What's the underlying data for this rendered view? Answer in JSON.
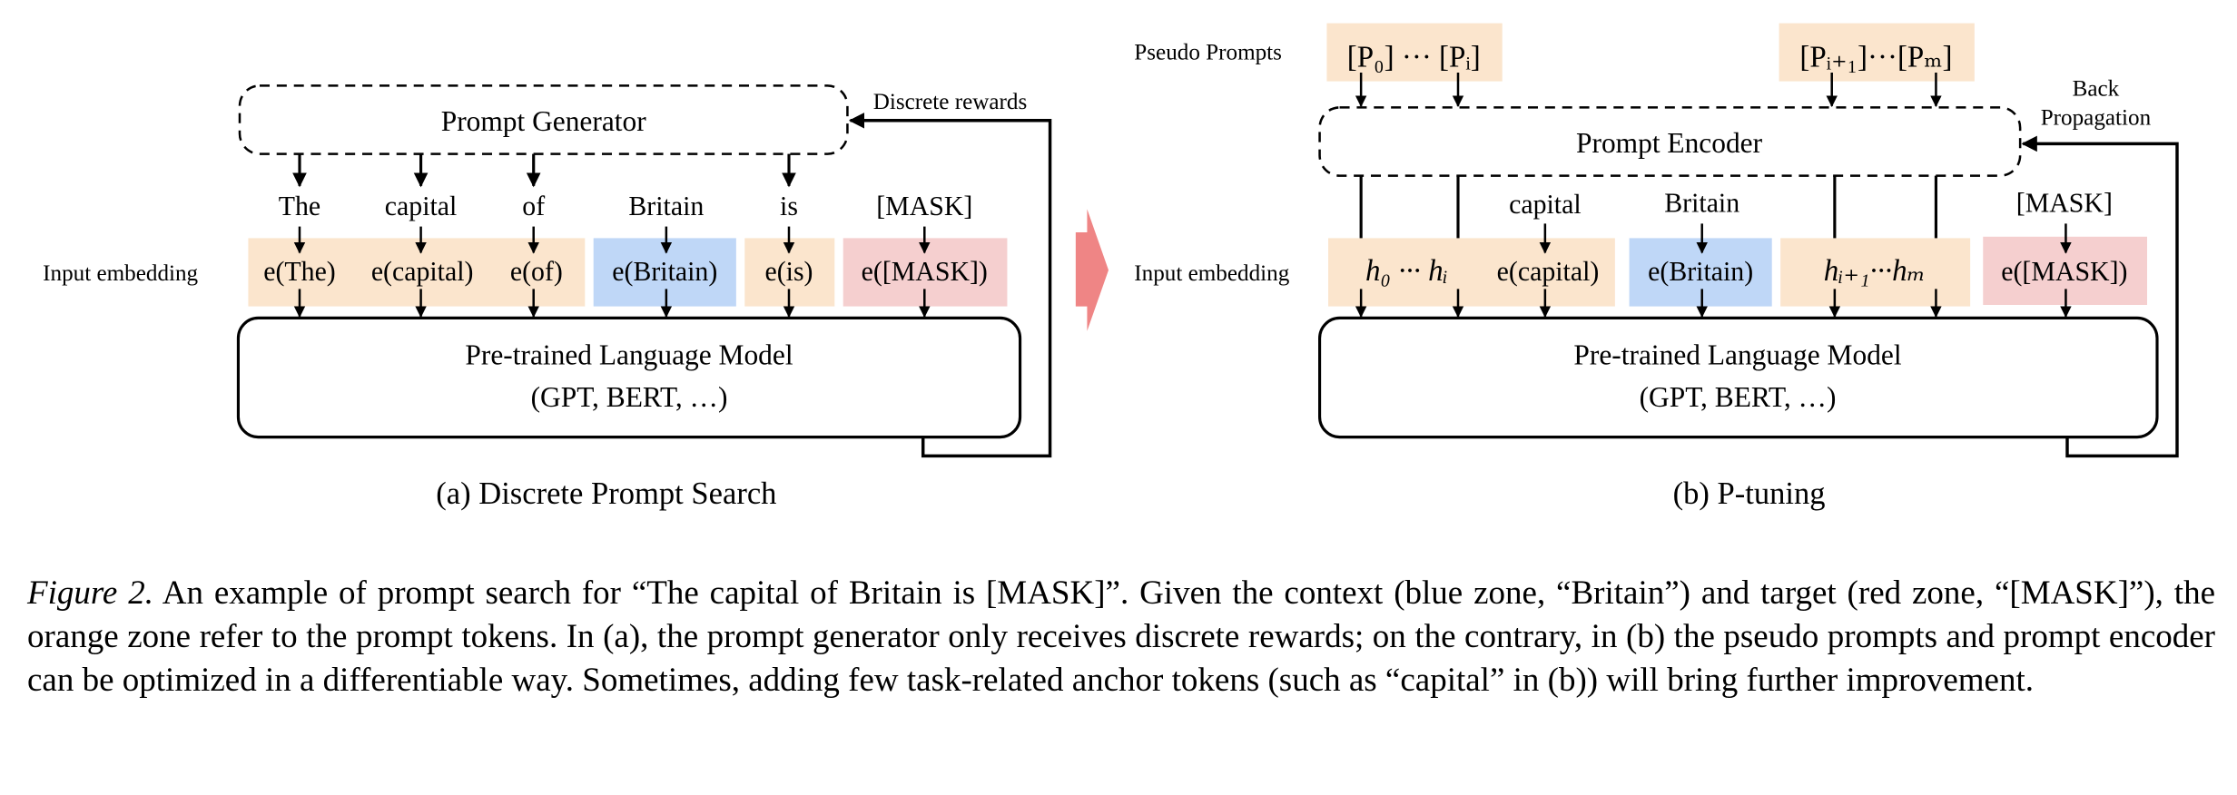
{
  "colors": {
    "prompt_zone": "#fbe5cd",
    "context_zone": "#bfd7f7",
    "target_zone": "#f5cfcf",
    "transition_arrow": "#ef8585"
  },
  "panel_a": {
    "generator_label": "Prompt Generator",
    "reward_label": "Discrete rewards",
    "tokens": [
      "The",
      "capital",
      "of",
      "Britain",
      "is",
      "[MASK]"
    ],
    "row_label": "Input embedding",
    "embeddings": [
      "e(The)",
      "e(capital)",
      "e(of)",
      "e(Britain)",
      "e(is)",
      "e([MASK])"
    ],
    "lm_line1": "Pre-trained Language Model",
    "lm_line2": "(GPT, BERT, …)",
    "subtitle": "(a) Discrete Prompt Search"
  },
  "panel_b": {
    "pseudo_label": "Pseudo Prompts",
    "pseudo_group1": "[P₀] ··· [Pᵢ]",
    "pseudo_group2": "[Pᵢ₊₁]···[Pₘ]",
    "encoder_label": "Prompt Encoder",
    "backprop_line1": "Back",
    "backprop_line2": "Propagation",
    "tokens": [
      "capital",
      "Britain",
      "[MASK]"
    ],
    "row_label": "Input embedding",
    "h_group1": "h₀ ··· hᵢ",
    "emb_capital": "e(capital)",
    "emb_britain": "e(Britain)",
    "h_group2": "hᵢ₊₁···hₘ",
    "emb_mask": "e([MASK])",
    "lm_line1": "Pre-trained Language Model",
    "lm_line2": "(GPT, BERT, …)",
    "subtitle": "(b) P-tuning"
  },
  "caption": {
    "label": "Figure 2.",
    "text": " An example of prompt search for “The capital of Britain is [MASK]”. Given the context (blue zone, “Britain”) and target (red zone, “[MASK]”), the orange zone refer to the prompt tokens. In (a), the prompt generator only receives discrete rewards; on the contrary, in (b) the pseudo prompts and prompt encoder can be optimized in a differentiable way. Sometimes, adding few task-related anchor tokens (such as “capital” in (b)) will bring further improvement."
  }
}
